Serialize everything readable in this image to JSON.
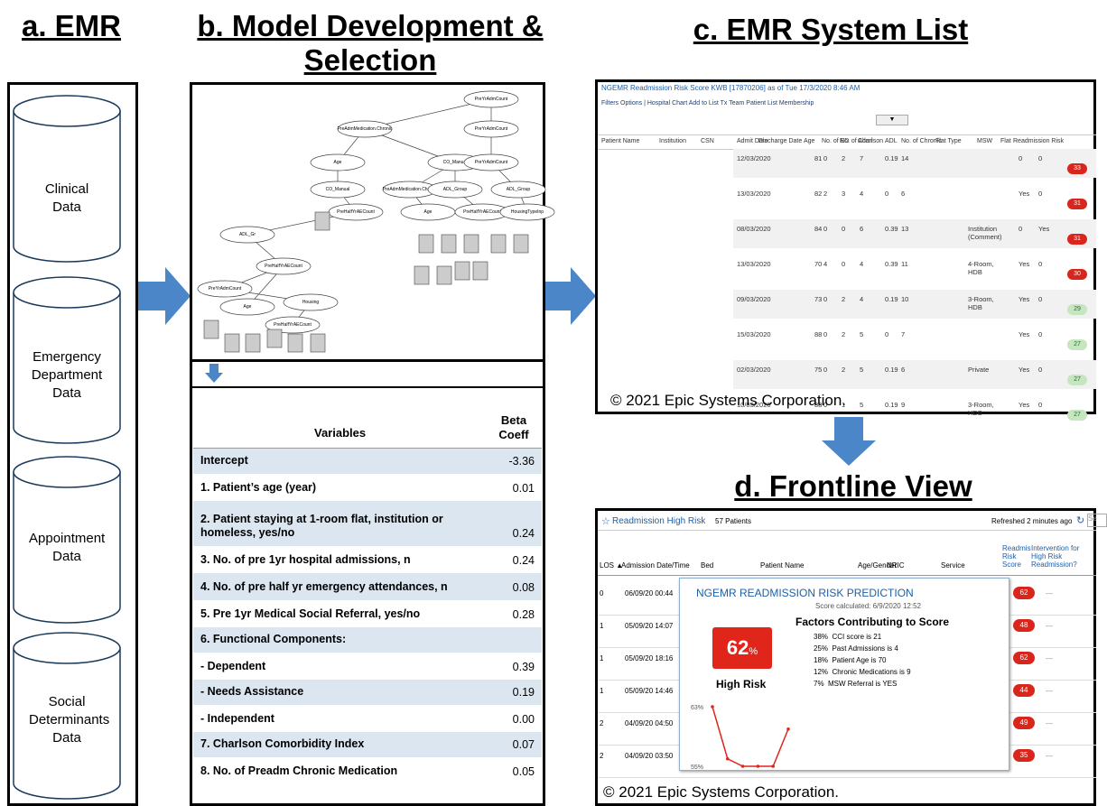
{
  "headings": {
    "a": "a. EMR",
    "b_line1": "b. Model Development &",
    "b_line2": "Selection",
    "c": "c. EMR System List",
    "d": "d. Frontline View"
  },
  "emr_sources": [
    {
      "label": "Clinical Data"
    },
    {
      "label": "Emergency Department Data"
    },
    {
      "label": "Appointment Data"
    },
    {
      "label": "Social Determinants Data"
    }
  ],
  "variables_table": {
    "col_variable": "Variables",
    "col_beta": "Beta Coeff",
    "rows": [
      {
        "name": "Intercept",
        "beta": "-3.36"
      },
      {
        "name": "1. Patient’s age (year)",
        "beta": "0.01"
      },
      {
        "name": "2. Patient staying at 1-room flat, institution or homeless, yes/no",
        "beta": "0.24"
      },
      {
        "name": "3. No. of pre 1yr hospital admissions, n",
        "beta": "0.24"
      },
      {
        "name": "4. No. of pre half yr emergency attendances, n",
        "beta": "0.08"
      },
      {
        "name": "5. Pre 1yr Medical Social Referral, yes/no",
        "beta": "0.28"
      },
      {
        "name": "6. Functional Components:",
        "beta": ""
      },
      {
        "name": "- Dependent",
        "beta": "0.39"
      },
      {
        "name": "- Needs Assistance",
        "beta": "0.19"
      },
      {
        "name": "- Independent",
        "beta": "0.00"
      },
      {
        "name": "7. Charlson Comorbidity Index",
        "beta": "0.07"
      },
      {
        "name": "8. No. of Preadm Chronic Medication",
        "beta": "0.05"
      }
    ]
  },
  "tree_nodes": [
    "PreYrAdmCount",
    "PreAdmMedication.Chronic",
    "PreYrAdmCount",
    "Age",
    "CO_Manual",
    "PreYrAdmCount",
    "CO_Manual",
    "PreAdmMedication.Chronic",
    "ADL_Group",
    "ADL_Group",
    "PreHalfYrAECount",
    "Age",
    "PreHalfYrAECount",
    "HousingTypeInp",
    "ADL_Gr",
    "PreHalfYrAECount",
    "PreYrAdmCount",
    "Age",
    "Housing",
    "PreHalfYrAECount"
  ],
  "emr_list": {
    "title": "NGEMR Readmission Risk Score KWB [17870206] as of Tue 17/3/2020 8:46 AM",
    "toolbar": "Filters   Options   |   Hospital Chart   Add to List   Tx Team   Patient List Membership",
    "columns": [
      "Patient Name",
      "Institution",
      "CSN",
      "Admit Date",
      "Discharge Date",
      "Age",
      "No. of ED",
      "No. of Admi",
      "Charlson",
      "ADL",
      "No. of Chronic",
      "Flat Type",
      "MSW",
      "Flat",
      "Readmission Risk"
    ],
    "rows": [
      {
        "admit": "12/03/2020",
        "age": "81",
        "ed": "0",
        "adm": "2",
        "charlson": "7",
        "adl": "0.19",
        "chronic": "14",
        "flat": "",
        "msw": "0",
        "flag": "0",
        "score": "33",
        "level": "high"
      },
      {
        "admit": "13/03/2020",
        "age": "82",
        "ed": "2",
        "adm": "3",
        "charlson": "4",
        "adl": "0",
        "chronic": "6",
        "flat": "",
        "msw": "Yes",
        "flag": "0",
        "score": "31",
        "level": "high"
      },
      {
        "admit": "08/03/2020",
        "age": "84",
        "ed": "0",
        "adm": "0",
        "charlson": "6",
        "adl": "0.39",
        "chronic": "13",
        "flat": "Institution (Comment)",
        "msw": "0",
        "flag": "Yes",
        "score": "31",
        "level": "high"
      },
      {
        "admit": "13/03/2020",
        "age": "70",
        "ed": "4",
        "adm": "0",
        "charlson": "4",
        "adl": "0.39",
        "chronic": "11",
        "flat": "4-Room, HDB",
        "msw": "Yes",
        "flag": "0",
        "score": "30",
        "level": "high"
      },
      {
        "admit": "09/03/2020",
        "age": "73",
        "ed": "0",
        "adm": "2",
        "charlson": "4",
        "adl": "0.19",
        "chronic": "10",
        "flat": "3-Room, HDB",
        "msw": "Yes",
        "flag": "0",
        "score": "29",
        "level": "low"
      },
      {
        "admit": "15/03/2020",
        "age": "88",
        "ed": "0",
        "adm": "2",
        "charlson": "5",
        "adl": "0",
        "chronic": "7",
        "flat": "",
        "msw": "Yes",
        "flag": "0",
        "score": "27",
        "level": "low"
      },
      {
        "admit": "02/03/2020",
        "age": "75",
        "ed": "0",
        "adm": "2",
        "charlson": "5",
        "adl": "0.19",
        "chronic": "6",
        "flat": "Private",
        "msw": "Yes",
        "flag": "0",
        "score": "27",
        "level": "low"
      },
      {
        "admit": "10/03/2020",
        "age": "88",
        "ed": "0",
        "adm": "1",
        "charlson": "5",
        "adl": "0.19",
        "chronic": "9",
        "flat": "3-Room, HDB",
        "msw": "Yes",
        "flag": "0",
        "score": "27",
        "level": "low"
      }
    ],
    "copyright": "© 2021 Epic Systems Corporation."
  },
  "frontline": {
    "title": "Readmission High Risk",
    "count": "57 Patients",
    "refreshed": "Refreshed 2 minutes ago",
    "search": "Se",
    "columns": [
      "LOS ▲",
      "Admission Date/Time",
      "Bed",
      "Patient Name",
      "Age/Gender",
      "NRIC",
      "Service",
      "Readmis Risk Score",
      "Intervention for High Risk Readmission?"
    ],
    "rows": [
      {
        "los": "0",
        "date": "06/09/20 00:44",
        "score": "62"
      },
      {
        "los": "1",
        "date": "05/09/20 14:07",
        "score": "48"
      },
      {
        "los": "1",
        "date": "05/09/20 18:16",
        "score": "62"
      },
      {
        "los": "1",
        "date": "05/09/20 14:46",
        "score": "44"
      },
      {
        "los": "2",
        "date": "04/09/20 04:50",
        "score": "49"
      },
      {
        "los": "2",
        "date": "04/09/20 03:50",
        "score": "35"
      }
    ],
    "copyright": "© 2021 Epic Systems Corporation.",
    "popup": {
      "title": "NGEMR READMISSION RISK PREDICTION",
      "calculated": "Score calculated: 6/9/2020 12:52",
      "score": "62",
      "score_unit": "%",
      "risk_label": "High Risk",
      "factors_title": "Factors Contributing to Score",
      "factors": [
        "38%  CCI score is 21",
        "25%  Past Admissions is 4",
        "18%  Patient Age is 70",
        "12%  Chronic Medications is 9",
        "7%  MSW Referral is YES"
      ],
      "spark_top": "63%",
      "spark_bottom": "55%",
      "sparkline": [
        63,
        56,
        55,
        55,
        55,
        60
      ]
    }
  },
  "colors": {
    "arrow": "#4a86c8",
    "pill_high": "#d9261c",
    "pill_low": "#c6e6c0",
    "table_alt": "#dbe6f1"
  }
}
